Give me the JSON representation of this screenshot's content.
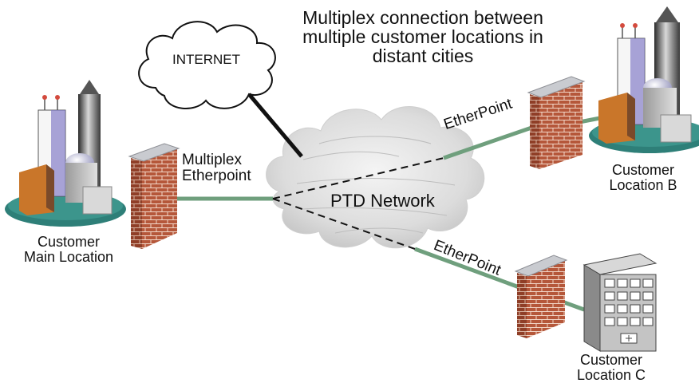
{
  "diagram": {
    "title_lines": [
      "Multiplex connection between",
      "multiple customer locations in",
      "distant cities"
    ],
    "internet_label": "INTERNET",
    "network_label": "PTD Network",
    "multiplex_label_lines": [
      "Multiplex",
      "Etherpoint"
    ],
    "etherpoint_b_label": "EtherPoint",
    "etherpoint_c_label": "EtherPoint",
    "main_location_lines": [
      "Customer",
      "Main Location"
    ],
    "location_b_lines": [
      "Customer",
      "Location B"
    ],
    "location_c_lines": [
      "Customer",
      "Location C"
    ]
  },
  "colors": {
    "link_green": "#6f9f7d",
    "brick": "#b5573a",
    "firewall_cap": "#c9cbd0",
    "base_teal": "#2e7f78",
    "internet_link": "#111111"
  }
}
